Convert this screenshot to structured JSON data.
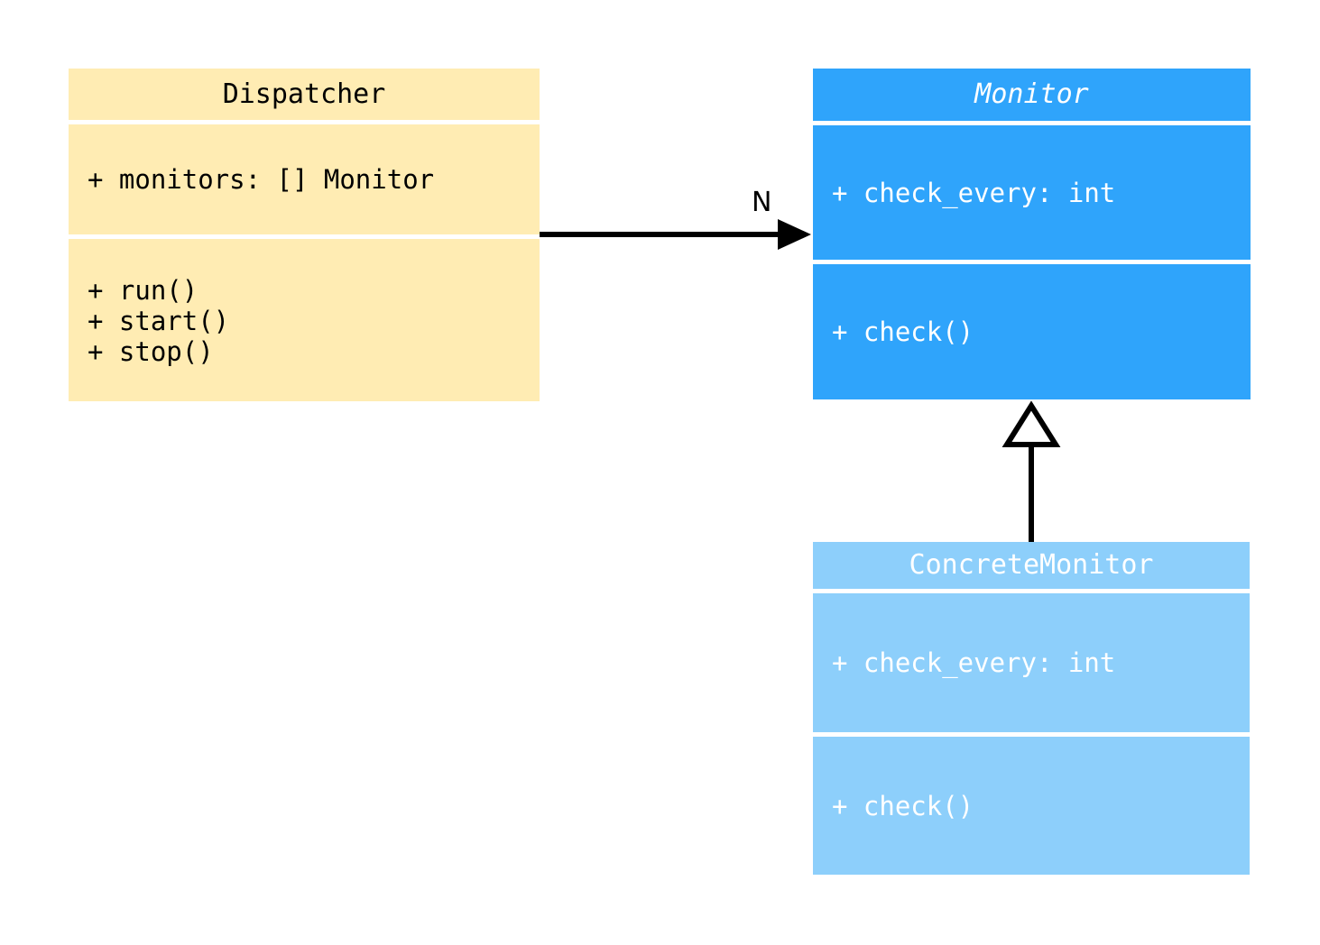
{
  "diagram": {
    "type": "uml-class-diagram",
    "background": "#ffffff",
    "classes": [
      {
        "id": "dispatcher",
        "name": "Dispatcher",
        "abstract": false,
        "fill": "#ffecb3",
        "text_color": "#000000",
        "attributes": [
          "+ monitors: [] Monitor"
        ],
        "methods": [
          "+ run()",
          "+ start()",
          "+ stop()"
        ]
      },
      {
        "id": "monitor",
        "name": "Monitor",
        "abstract": true,
        "fill": "#2fa4fb",
        "text_color": "#ffffff",
        "attributes": [
          "+ check_every: int"
        ],
        "methods": [
          "+ check()"
        ]
      },
      {
        "id": "concrete_monitor",
        "name": "ConcreteMonitor",
        "abstract": false,
        "fill": "#8dcffb",
        "text_color": "#ffffff",
        "attributes": [
          "+ check_every: int"
        ],
        "methods": [
          "+ check()"
        ]
      }
    ],
    "relations": [
      {
        "id": "dispatcher-monitor",
        "kind": "association",
        "from": "Dispatcher",
        "to": "Monitor",
        "label": "N",
        "arrowhead": "filled-triangle",
        "line_color": "#000000"
      },
      {
        "id": "concrete-monitor-inherits",
        "kind": "generalization",
        "from": "ConcreteMonitor",
        "to": "Monitor",
        "label": "",
        "arrowhead": "hollow-triangle",
        "line_color": "#000000"
      }
    ]
  }
}
